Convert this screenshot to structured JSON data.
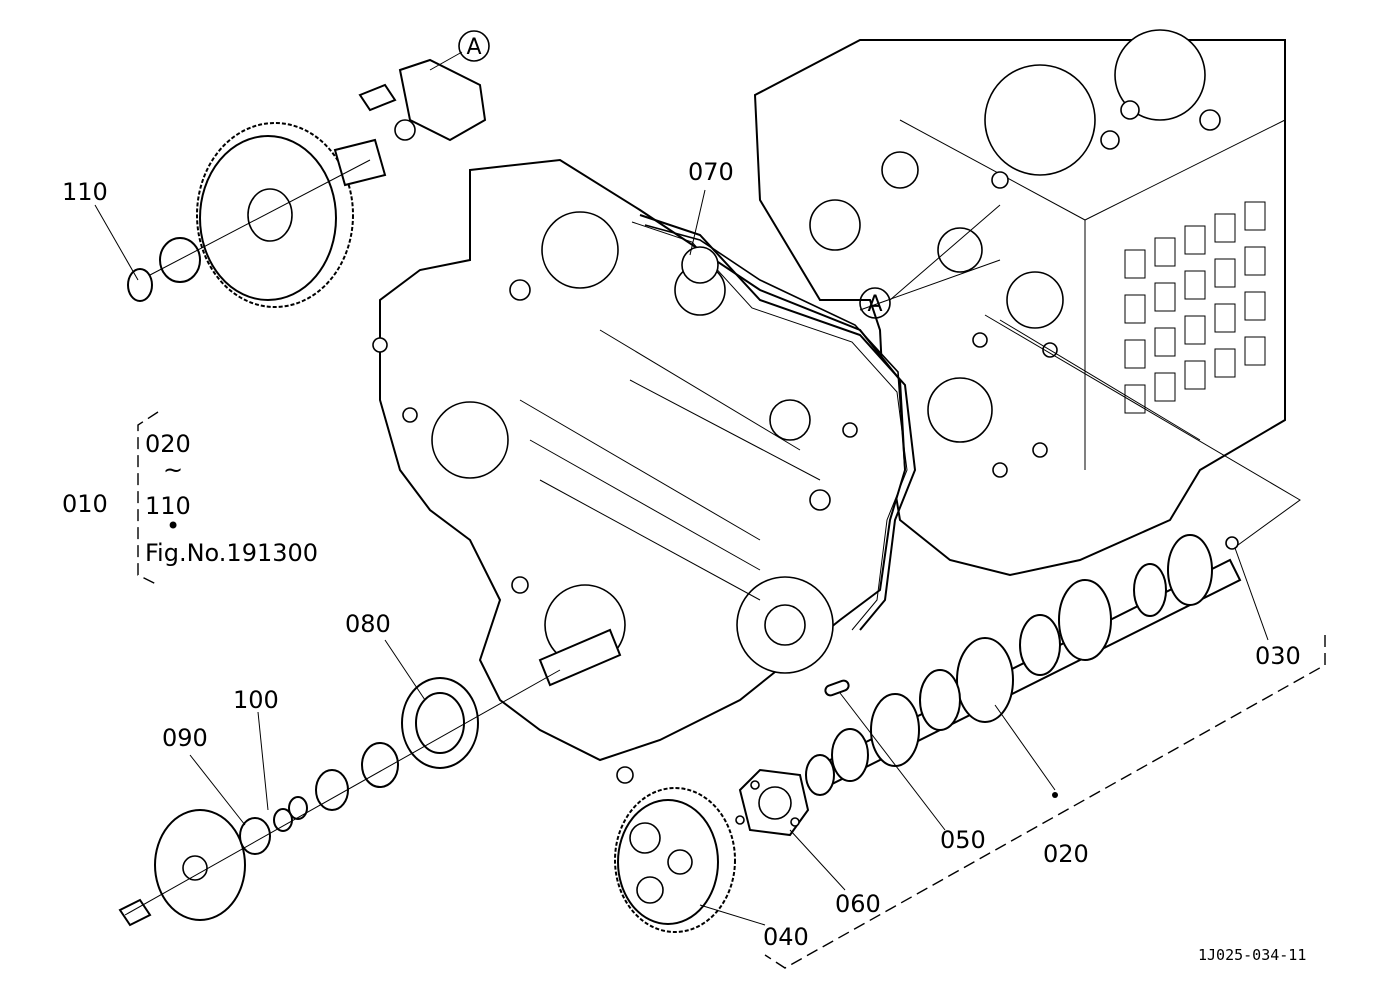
{
  "labels": {
    "p010": "010",
    "p020": "020",
    "p030": "030",
    "p040": "040",
    "p050": "050",
    "p060": "060",
    "p070": "070",
    "p080": "080",
    "p090": "090",
    "p100": "100",
    "p110": "110"
  },
  "group_bracket": {
    "top": "020",
    "tilde": "~",
    "bottom": "110",
    "bullet": "•",
    "figure_ref": "Fig.No.191300"
  },
  "ref_marker": "A",
  "doc_code": "1J025-034-11"
}
